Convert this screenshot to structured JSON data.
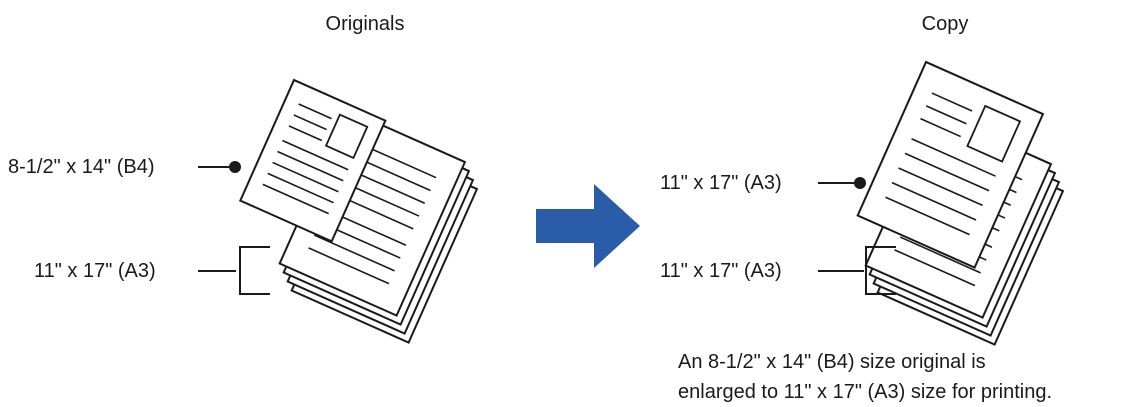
{
  "originals": {
    "title": "Originals",
    "label_small": "8-1/2\" x 14\"  (B4)",
    "label_large": "11\" x 17\" (A3)"
  },
  "copy": {
    "title": "Copy",
    "label_small": "11\" x 17\" (A3)",
    "label_large": "11\" x 17\" (A3)"
  },
  "caption": {
    "line1": "An 8-1/2\" x 14\" (B4) size original is",
    "line2": "enlarged to 11\" x 17\" (A3) size for printing."
  },
  "colors": {
    "arrow": "#2a5caa",
    "ink": "#1a1a1a",
    "paper": "#ffffff"
  }
}
